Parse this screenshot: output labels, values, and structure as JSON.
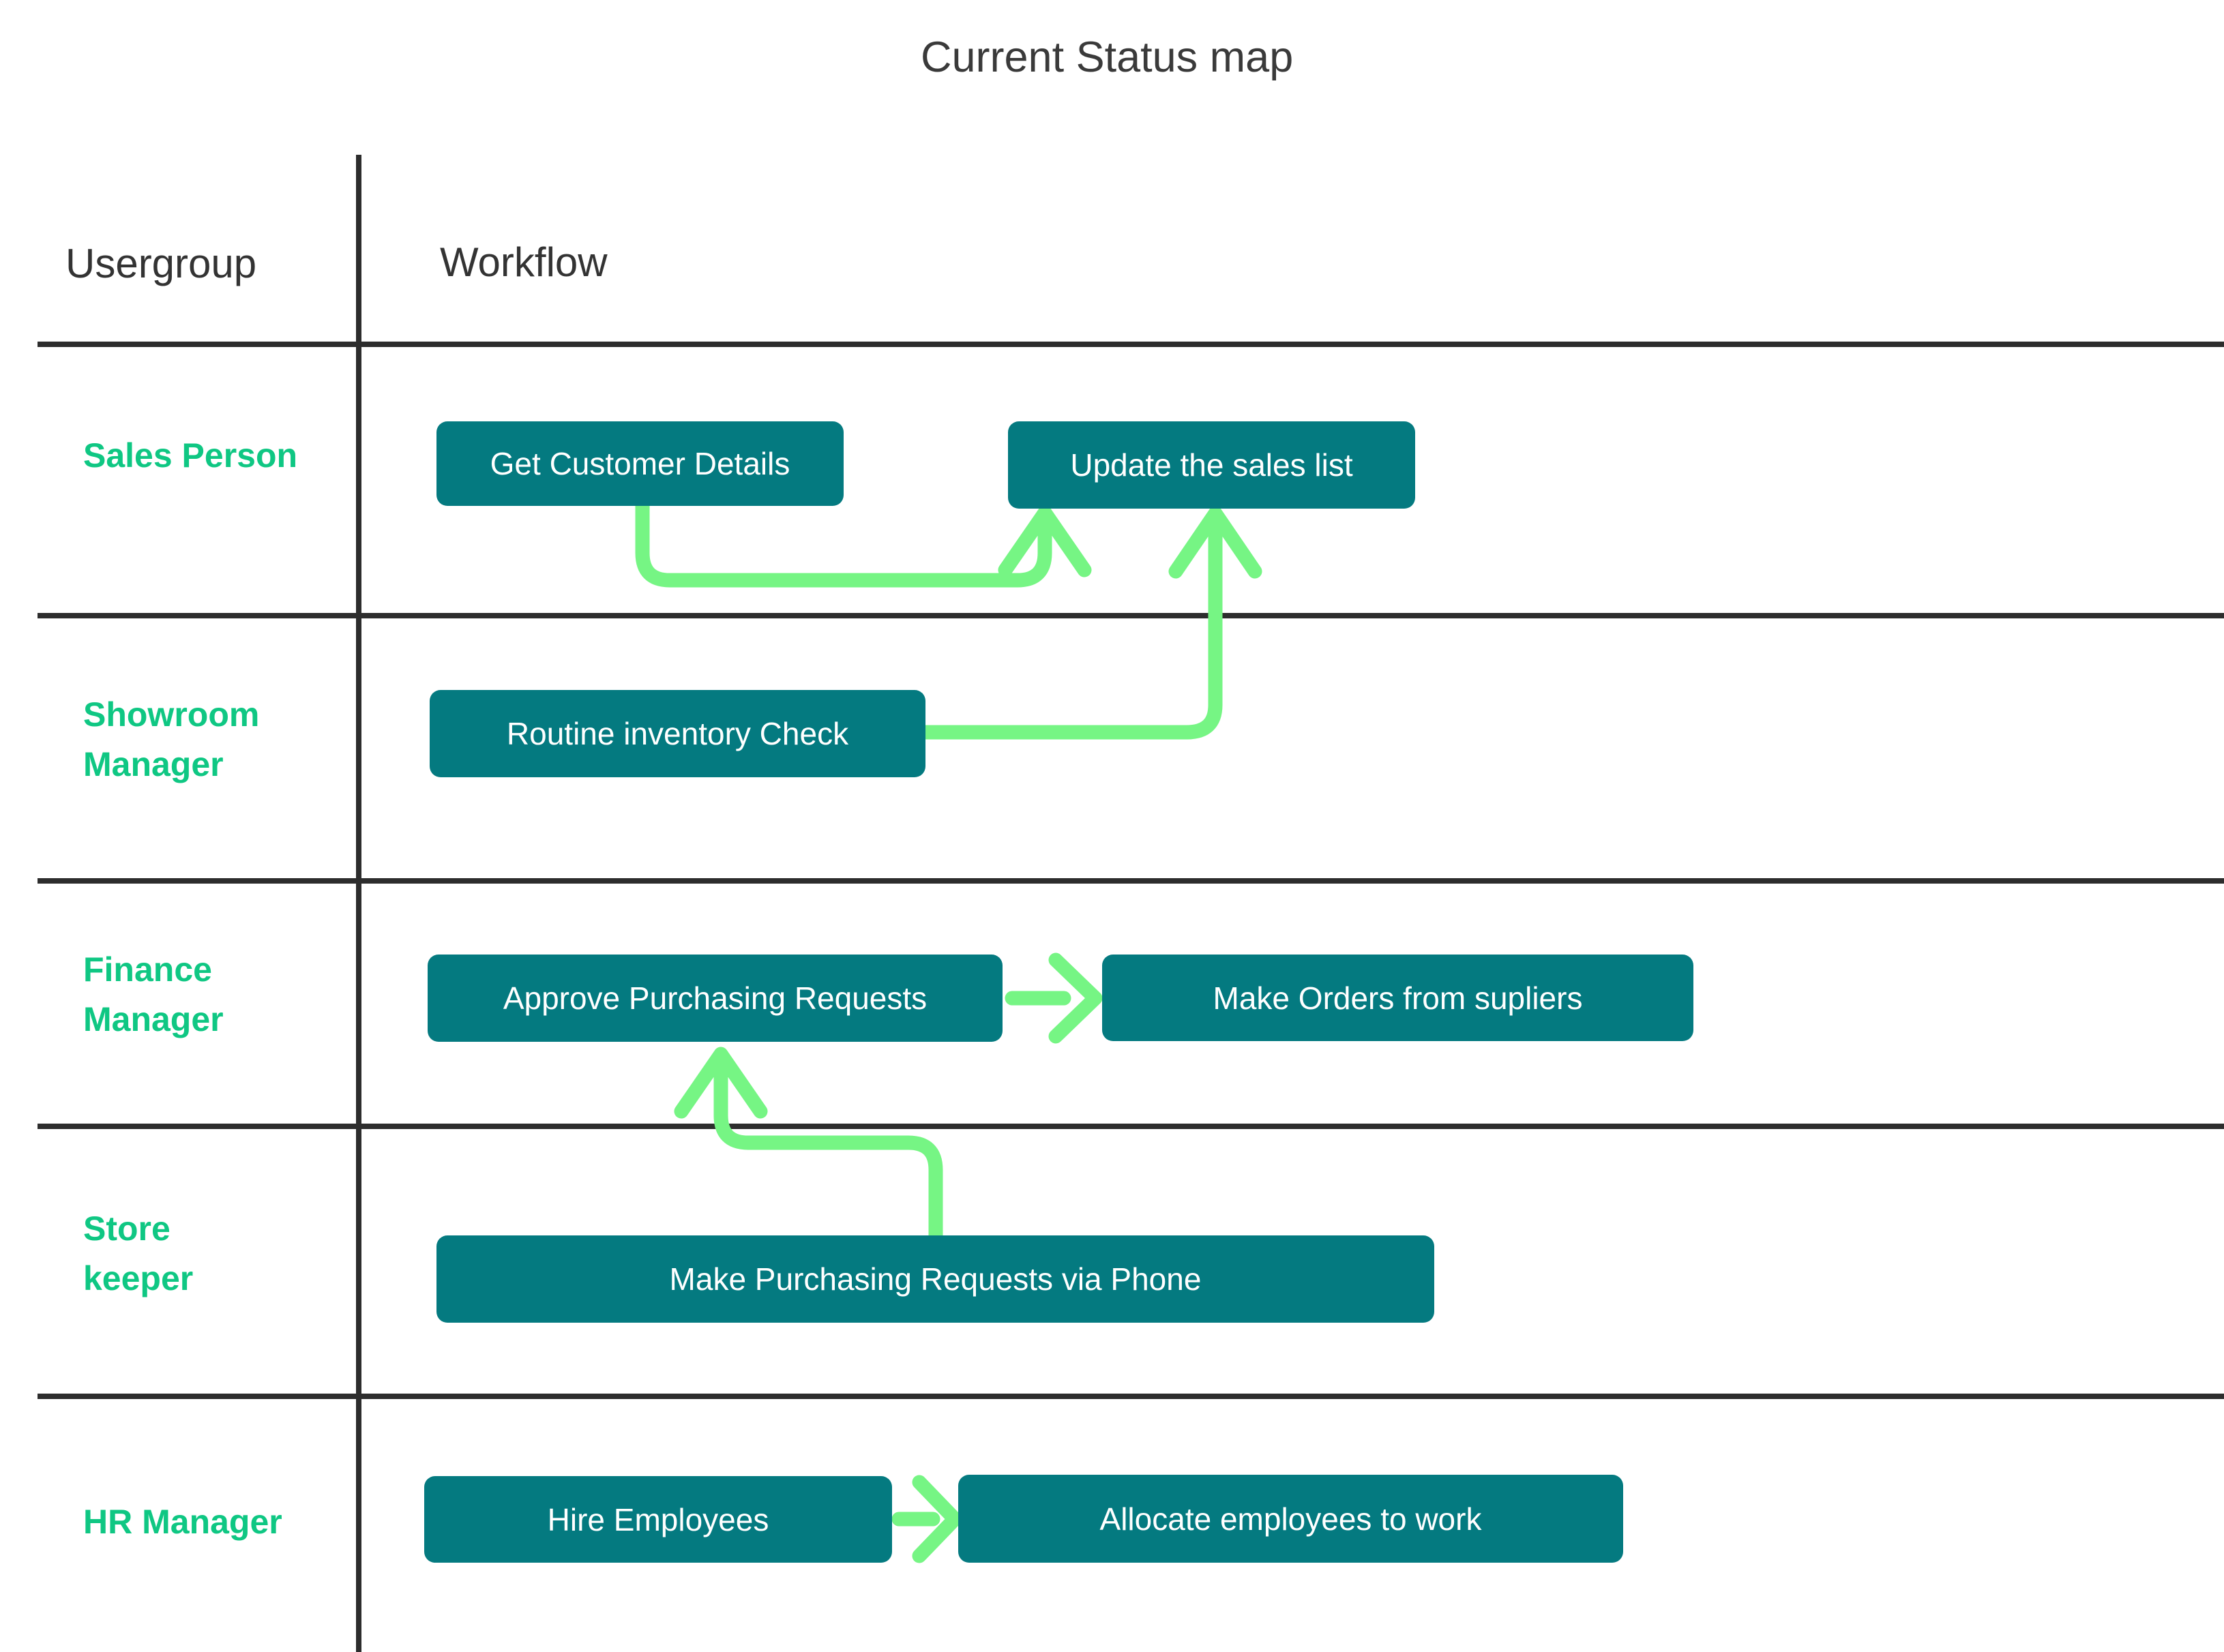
{
  "title": "Current Status map",
  "columns": {
    "usergroup": "Usergroup",
    "workflow": "Workflow"
  },
  "colors": {
    "node_fill": "#047A80",
    "node_text": "#FFFFFF",
    "lane_label": "#0FC783",
    "connector": "#76F584",
    "line": "#2D2D2D",
    "text": "#333333",
    "background": "#FFFFFF"
  },
  "lanes": [
    {
      "name": "sales-person",
      "lines": [
        "Sales Person"
      ]
    },
    {
      "name": "showroom-manager",
      "lines": [
        "Showroom",
        "Manager"
      ]
    },
    {
      "name": "finance-manager",
      "lines": [
        "Finance",
        "Manager"
      ]
    },
    {
      "name": "store-keeper",
      "lines": [
        "Store",
        "keeper"
      ]
    },
    {
      "name": "hr-manager",
      "lines": [
        "HR Manager"
      ]
    }
  ],
  "nodes": {
    "get_customer": "Get Customer Details",
    "update_sales": "Update the sales list",
    "routine_check": "Routine inventory Check",
    "approve_requests": "Approve Purchasing Requests",
    "make_orders": "Make Orders from supliers",
    "phone_requests": "Make Purchasing Requests via Phone",
    "hire": "Hire Employees",
    "allocate": "Allocate employees to work"
  }
}
